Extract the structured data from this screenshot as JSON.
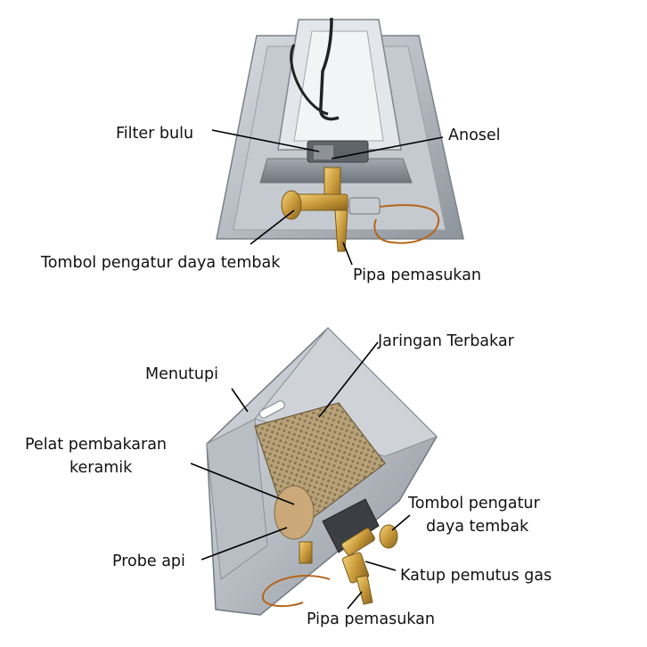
{
  "top_diagram": {
    "labels": {
      "filter": "Filter bulu",
      "anosel": "Anosel",
      "knob": "Tombol pengatur daya tembak",
      "inlet": "Pipa pemasukan"
    }
  },
  "bottom_diagram": {
    "labels": {
      "grid": "Jaringan Terbakar",
      "cover": "Menutupi",
      "plate_line1": "Pelat pembakaran",
      "plate_line2": "keramik",
      "knob_line1": "Tombol pengatur",
      "knob_line2": "daya tembak",
      "probe": "Probe api",
      "valve": "Katup pemutus gas",
      "inlet": "Pipa pemasukan"
    }
  }
}
